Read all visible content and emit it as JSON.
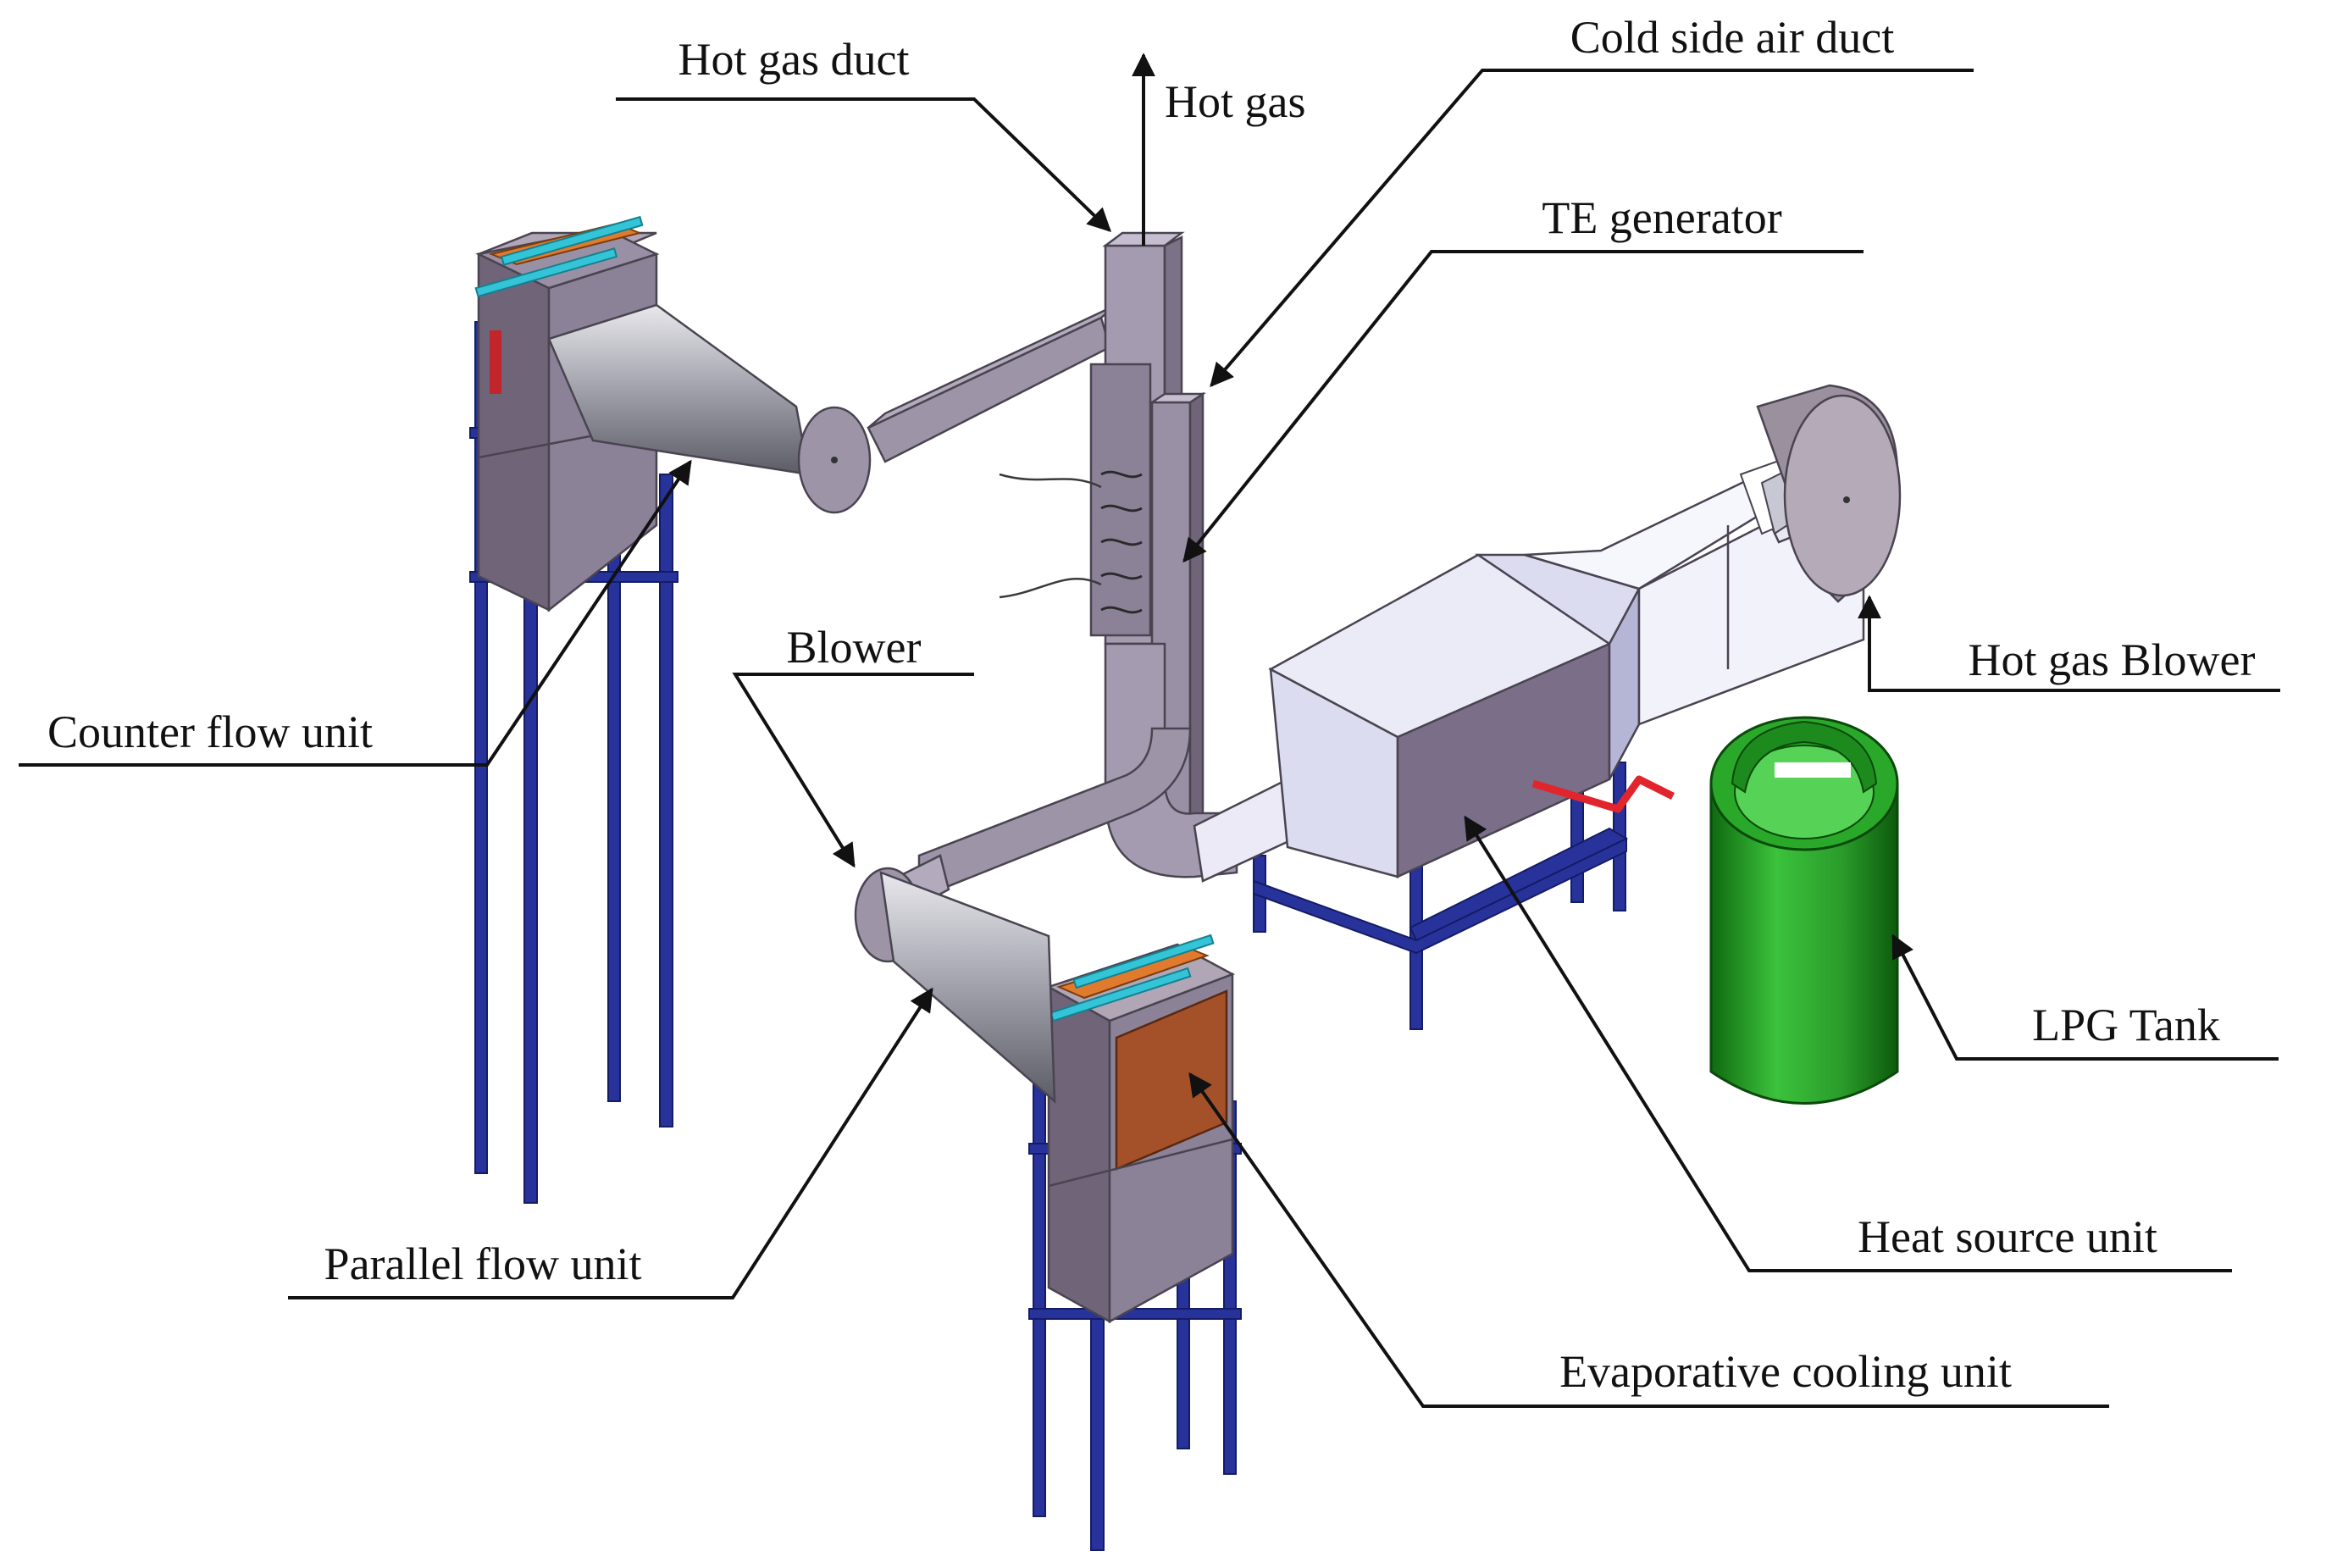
{
  "labels": {
    "hot_gas_duct": "Hot gas duct",
    "hot_gas": "Hot gas",
    "cold_side_air_duct": "Cold side air duct",
    "te_generator": "TE generator",
    "blower": "Blower",
    "hot_gas_blower": "Hot gas Blower",
    "counter_flow_unit": "Counter flow unit",
    "lpg_tank": "LPG Tank",
    "parallel_flow_unit": "Parallel flow unit",
    "heat_source_unit": "Heat source unit",
    "evaporative_cooling_unit": "Evaporative cooling unit"
  },
  "colors": {
    "frame_blue": "#27339a",
    "duct_purple": "#8b8298",
    "pad_orange": "#e07a2c",
    "pad_brown": "#a4512a",
    "pipe_cyan": "#33c4d8",
    "tank_green": "#2fae2f",
    "gas_line_red": "#e2252c",
    "heater_lavender": "#c9c9e6"
  }
}
